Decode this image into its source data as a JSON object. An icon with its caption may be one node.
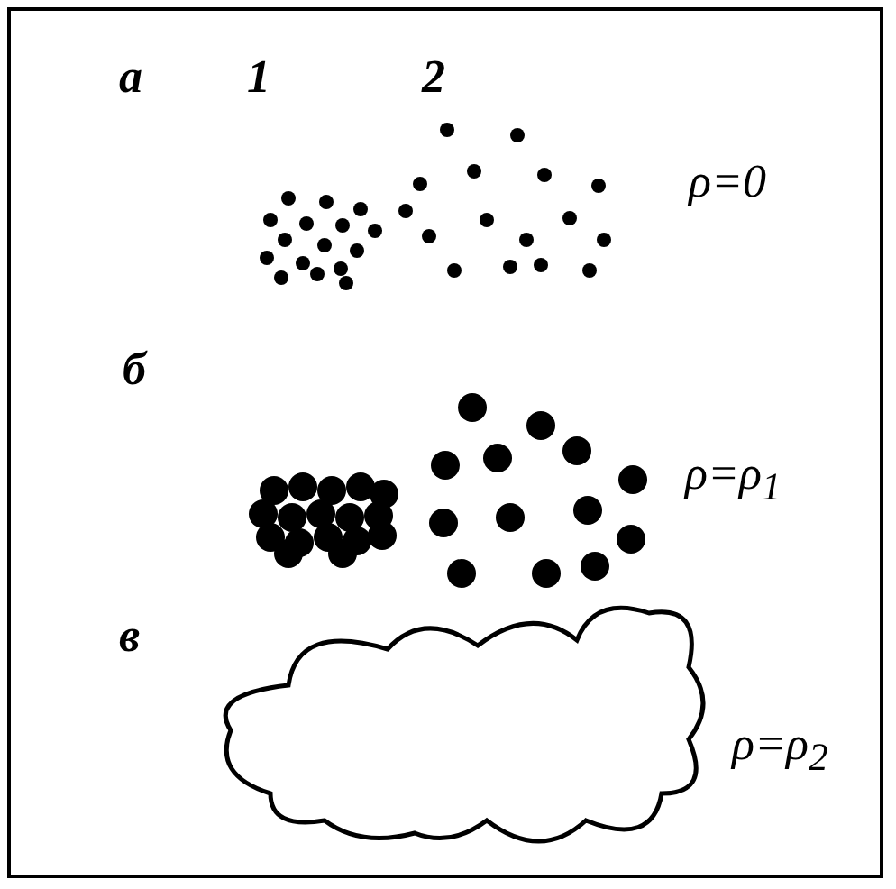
{
  "diagram": {
    "nodes": [
      {
        "text": [],
        "shape": "cloud"
      }
    ],
    "labels": [
      "а",
      "1",
      "2",
      "ρ=0",
      "б",
      "ρ=ρ$_{1}$",
      "в",
      "ρ=ρ$_{2}$"
    ]
  }
}
